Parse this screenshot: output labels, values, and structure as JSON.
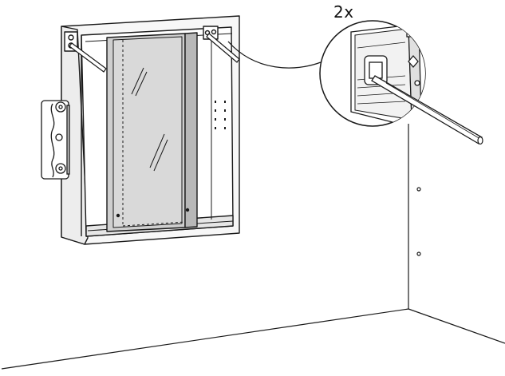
{
  "illustration": {
    "quantity_label": "2x",
    "line_color": "#1a1a1a",
    "fill_grey": "#d6d6d6",
    "fill_light": "#f2f2f2",
    "fill_mid": "#bdbdbd",
    "icons": [
      "wall-corner",
      "mirror-cabinet",
      "wall-bracket",
      "hinge-plate",
      "screwdriver",
      "detail-callout"
    ]
  }
}
